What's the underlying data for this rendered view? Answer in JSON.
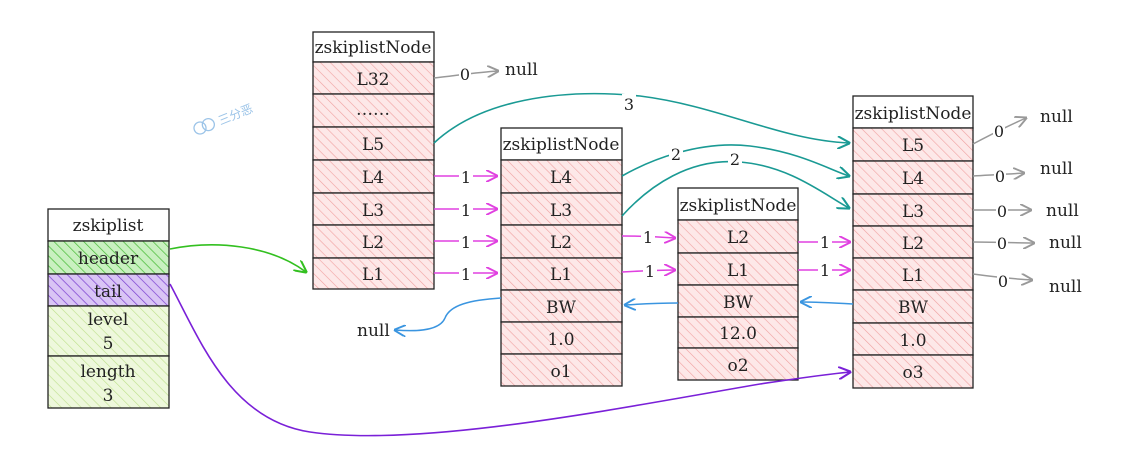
{
  "zskiplist": {
    "title": "zskiplist",
    "fields": [
      "header",
      "tail",
      "level",
      "length"
    ],
    "level_value": "5",
    "length_value": "3"
  },
  "header_node": {
    "title": "zskiplistNode",
    "levels": [
      "L32",
      "……",
      "L5",
      "L4",
      "L3",
      "L2",
      "L1"
    ]
  },
  "node1": {
    "title": "zskiplistNode",
    "levels": [
      "L4",
      "L3",
      "L2",
      "L1"
    ],
    "backward": "BW",
    "score": "1.0",
    "obj": "o1"
  },
  "node2": {
    "title": "zskiplistNode",
    "levels": [
      "L2",
      "L1"
    ],
    "backward": "BW",
    "score": "12.0",
    "obj": "o2"
  },
  "node3": {
    "title": "zskiplistNode",
    "levels": [
      "L5",
      "L4",
      "L3",
      "L2",
      "L1"
    ],
    "backward": "BW",
    "score": "1.0",
    "obj": "o3"
  },
  "labels": {
    "null": "null",
    "span_0": "0",
    "span_1": "1",
    "span_2": "2",
    "span_3": "3"
  },
  "watermark": "三分恶",
  "colors": {
    "cell_fill": "#fde8e8",
    "cell_hatch": "#f0a0a0",
    "header_fill": "#c9f0c0",
    "header_hatch": "#44bb33",
    "tail_fill": "#d9c4f5",
    "tail_hatch": "#7a3fd0",
    "field_fill": "#eef8dc",
    "field_hatch": "#bde08a",
    "magenta": "#e040e0",
    "teal": "#1a9a94",
    "blue": "#3a95e0",
    "green": "#33c020",
    "purple": "#7a20d8",
    "gray": "#999999"
  }
}
